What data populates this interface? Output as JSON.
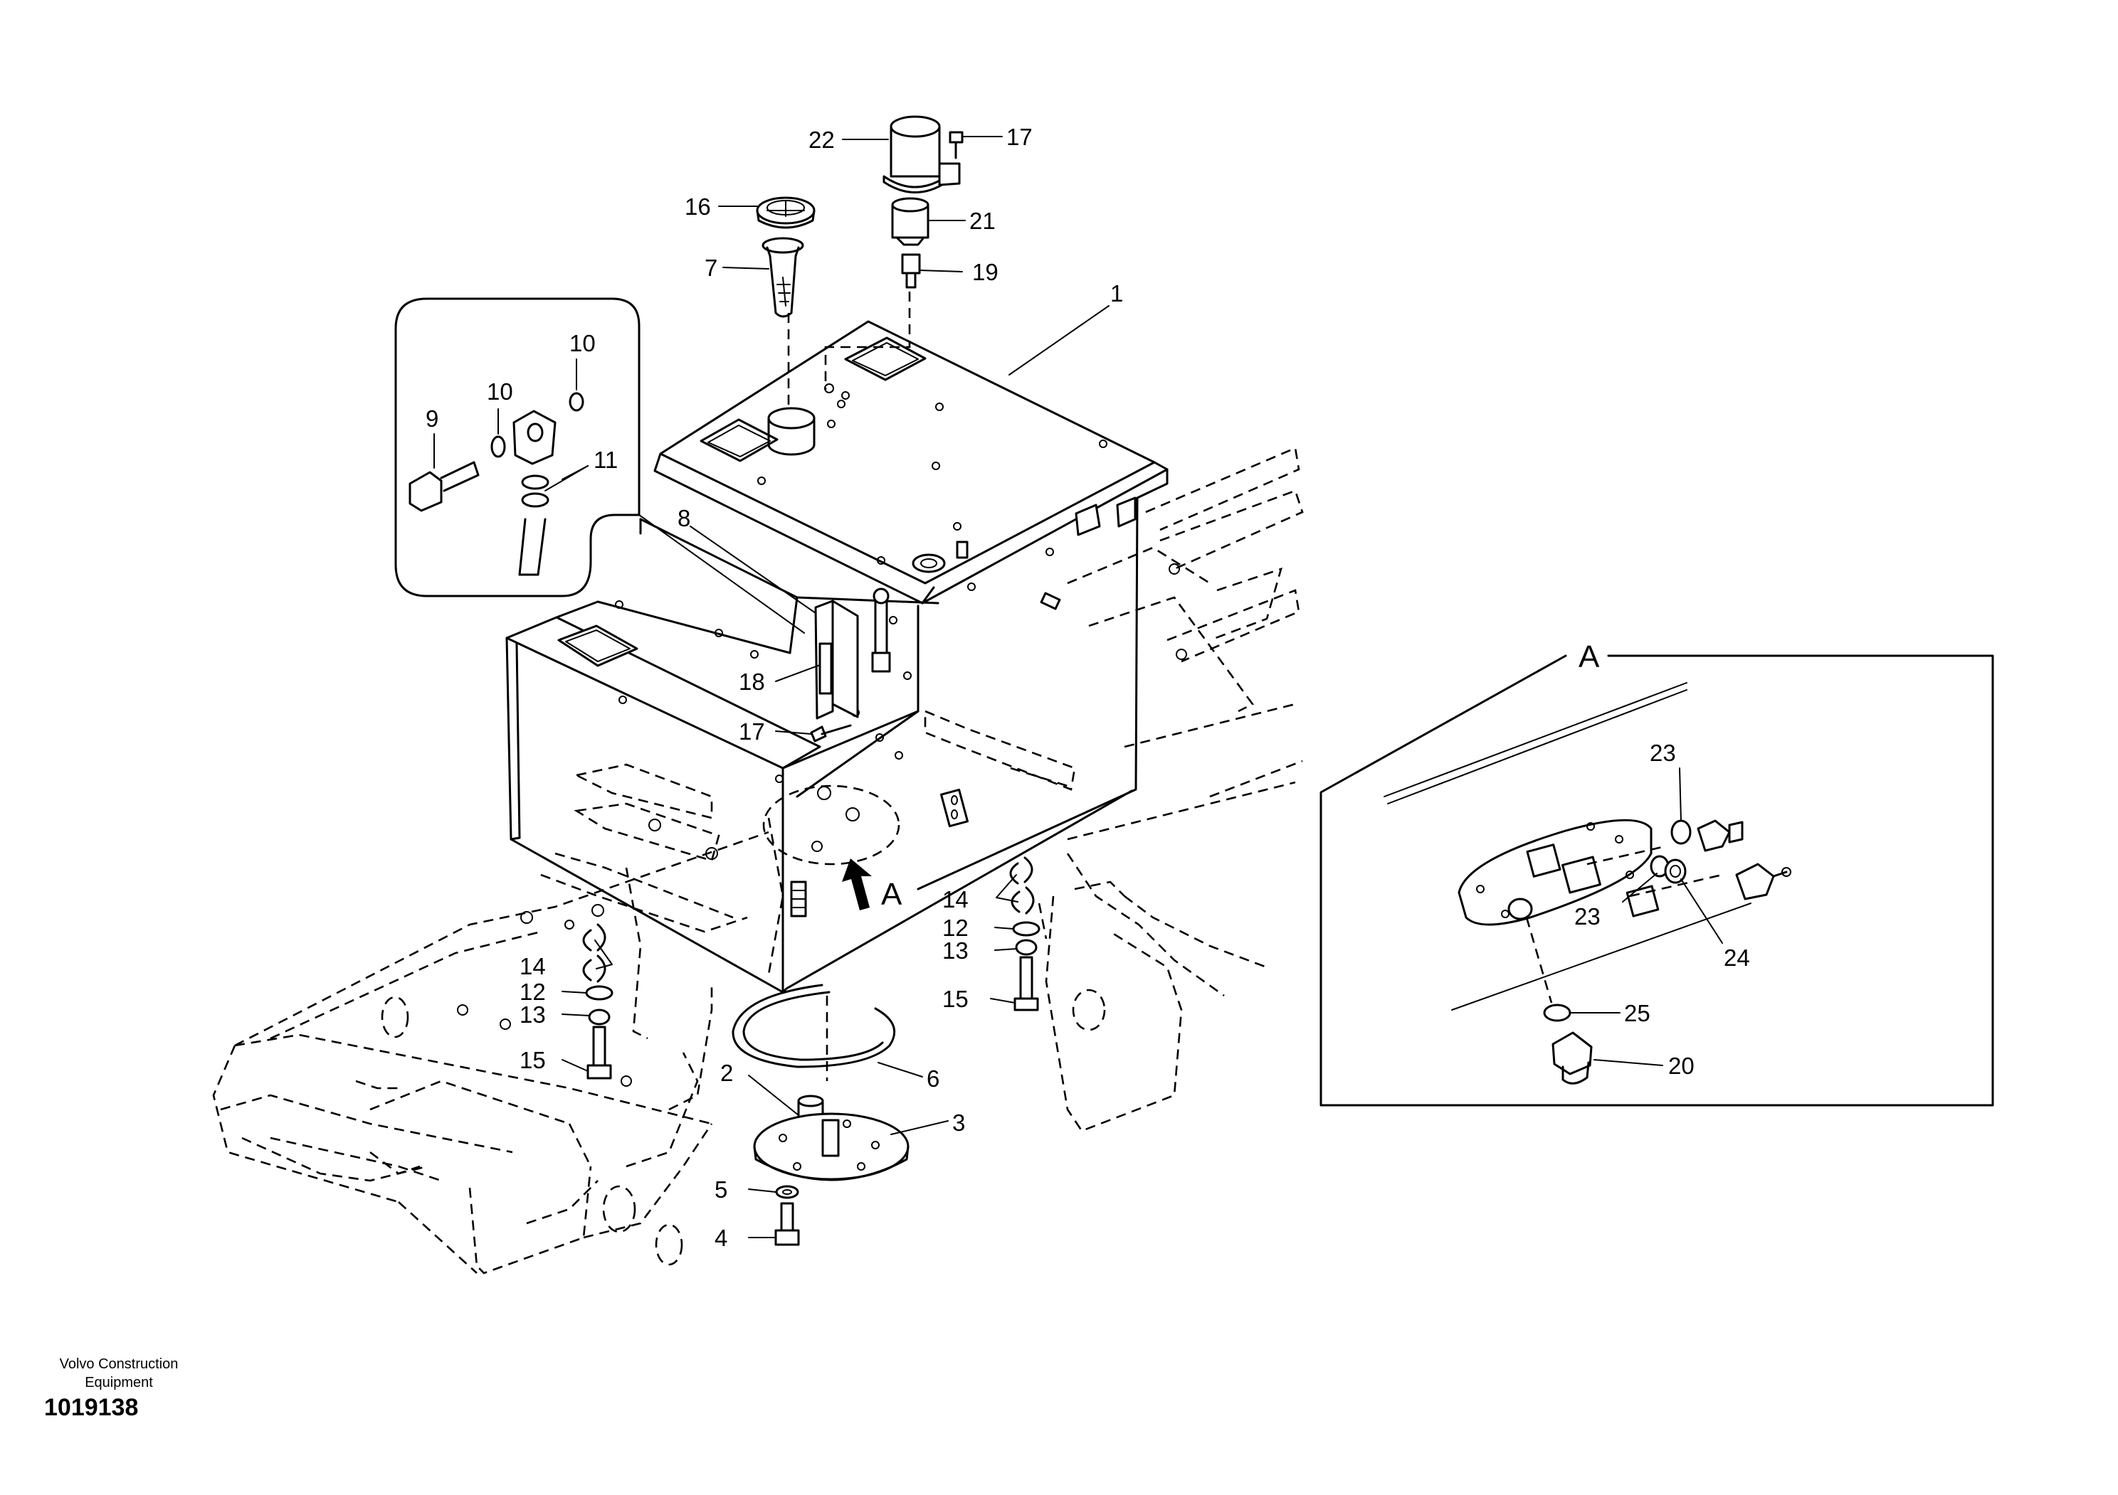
{
  "credit": {
    "line1": "Volvo Construction",
    "line2": "Equipment"
  },
  "document_number": "1019138",
  "detail_view": {
    "label": "A"
  },
  "callouts": {
    "c1": "1",
    "c2": "2",
    "c3": "3",
    "c4": "4",
    "c5": "5",
    "c6": "6",
    "c7": "7",
    "c8": "8",
    "c9": "9",
    "c10a": "10",
    "c10b": "10",
    "c11": "11",
    "c12a": "12",
    "c12b": "12",
    "c13a": "13",
    "c13b": "13",
    "c14a": "14",
    "c14b": "14",
    "c15a": "15",
    "c15b": "15",
    "c16": "16",
    "c17a": "17",
    "c17b": "17",
    "c18": "18",
    "c19": "19",
    "c20": "20",
    "c21": "21",
    "c22": "22",
    "c23a": "23",
    "c23b": "23",
    "c24": "24",
    "c25": "25",
    "arrowA": "A"
  }
}
